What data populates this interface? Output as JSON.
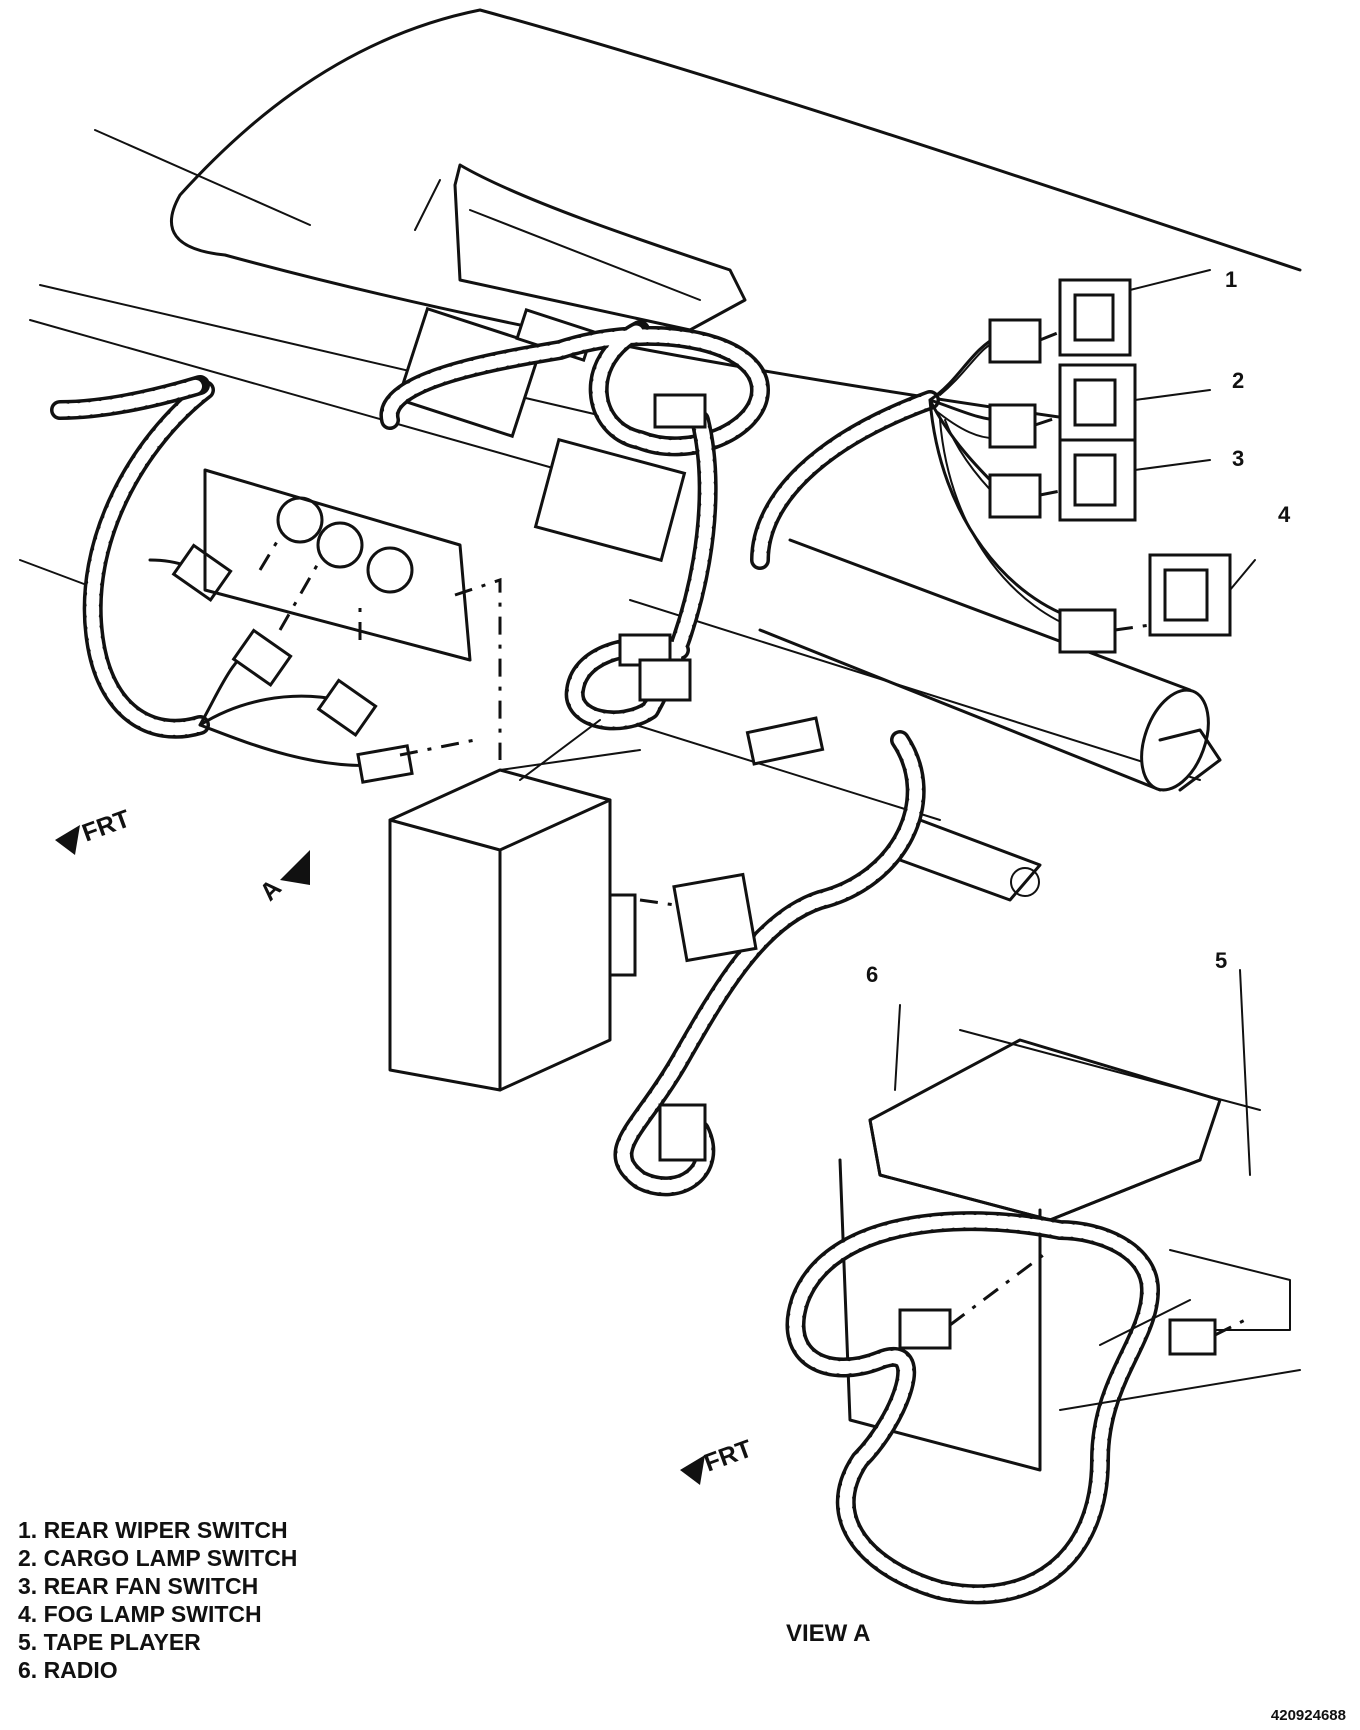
{
  "callouts": [
    "1",
    "2",
    "3",
    "4",
    "5",
    "6"
  ],
  "legend": [
    "1. REAR WIPER SWITCH",
    "2. CARGO LAMP SWITCH",
    "3. REAR FAN SWITCH",
    "4. FOG LAMP SWITCH",
    "5. TAPE PLAYER",
    "6. RADIO"
  ],
  "direction_labels": {
    "frt_main": "FRT",
    "frt_view": "FRT",
    "view_marker": "A"
  },
  "view_title": "VIEW  A",
  "figure_id": "420924688"
}
